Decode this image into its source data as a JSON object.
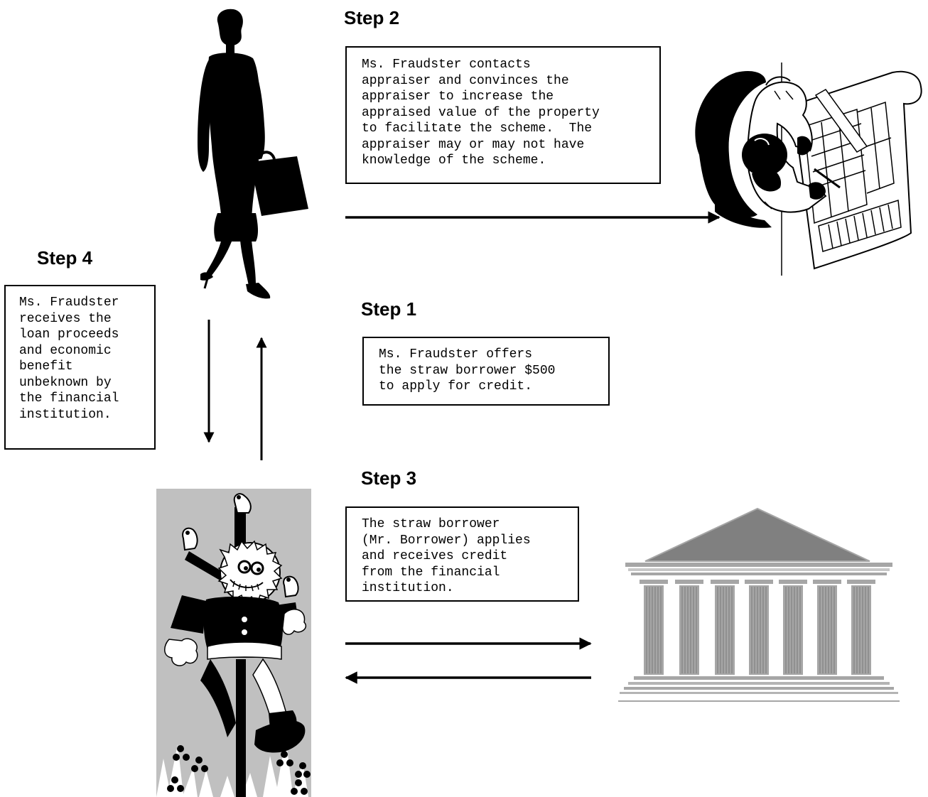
{
  "steps": [
    {
      "heading": "Step 2",
      "text": "Ms. Fraudster contacts\nappraiser and convinces the\nappraiser to increase the\nappraised value of the property\nto facilitate the scheme.  The\nappraiser may or may not have\nknowledge of the scheme."
    },
    {
      "heading": "Step 4",
      "text": "Ms. Fraudster\nreceives the\nloan proceeds\nand economic\nbenefit\nunbeknown by\nthe financial\ninstitution."
    },
    {
      "heading": "Step 1",
      "text": "Ms. Fraudster offers\nthe straw borrower $500\nto apply for credit."
    },
    {
      "heading": "Step 3",
      "text": "The straw borrower\n(Mr. Borrower) applies\nand receives credit\nfrom the financial\ninstitution."
    }
  ],
  "illustrations": {
    "fraudster": "businesswoman-silhouette-icon",
    "appraiser": "appraiser-at-desk-icon",
    "borrower": "scarecrow-icon",
    "institution": "bank-building-icon"
  },
  "colors": {
    "ink": "#000000",
    "scarecrow_background": "#c0c0c0",
    "bank_roof": "#808080",
    "bank_columns": "#a6a6a6"
  }
}
